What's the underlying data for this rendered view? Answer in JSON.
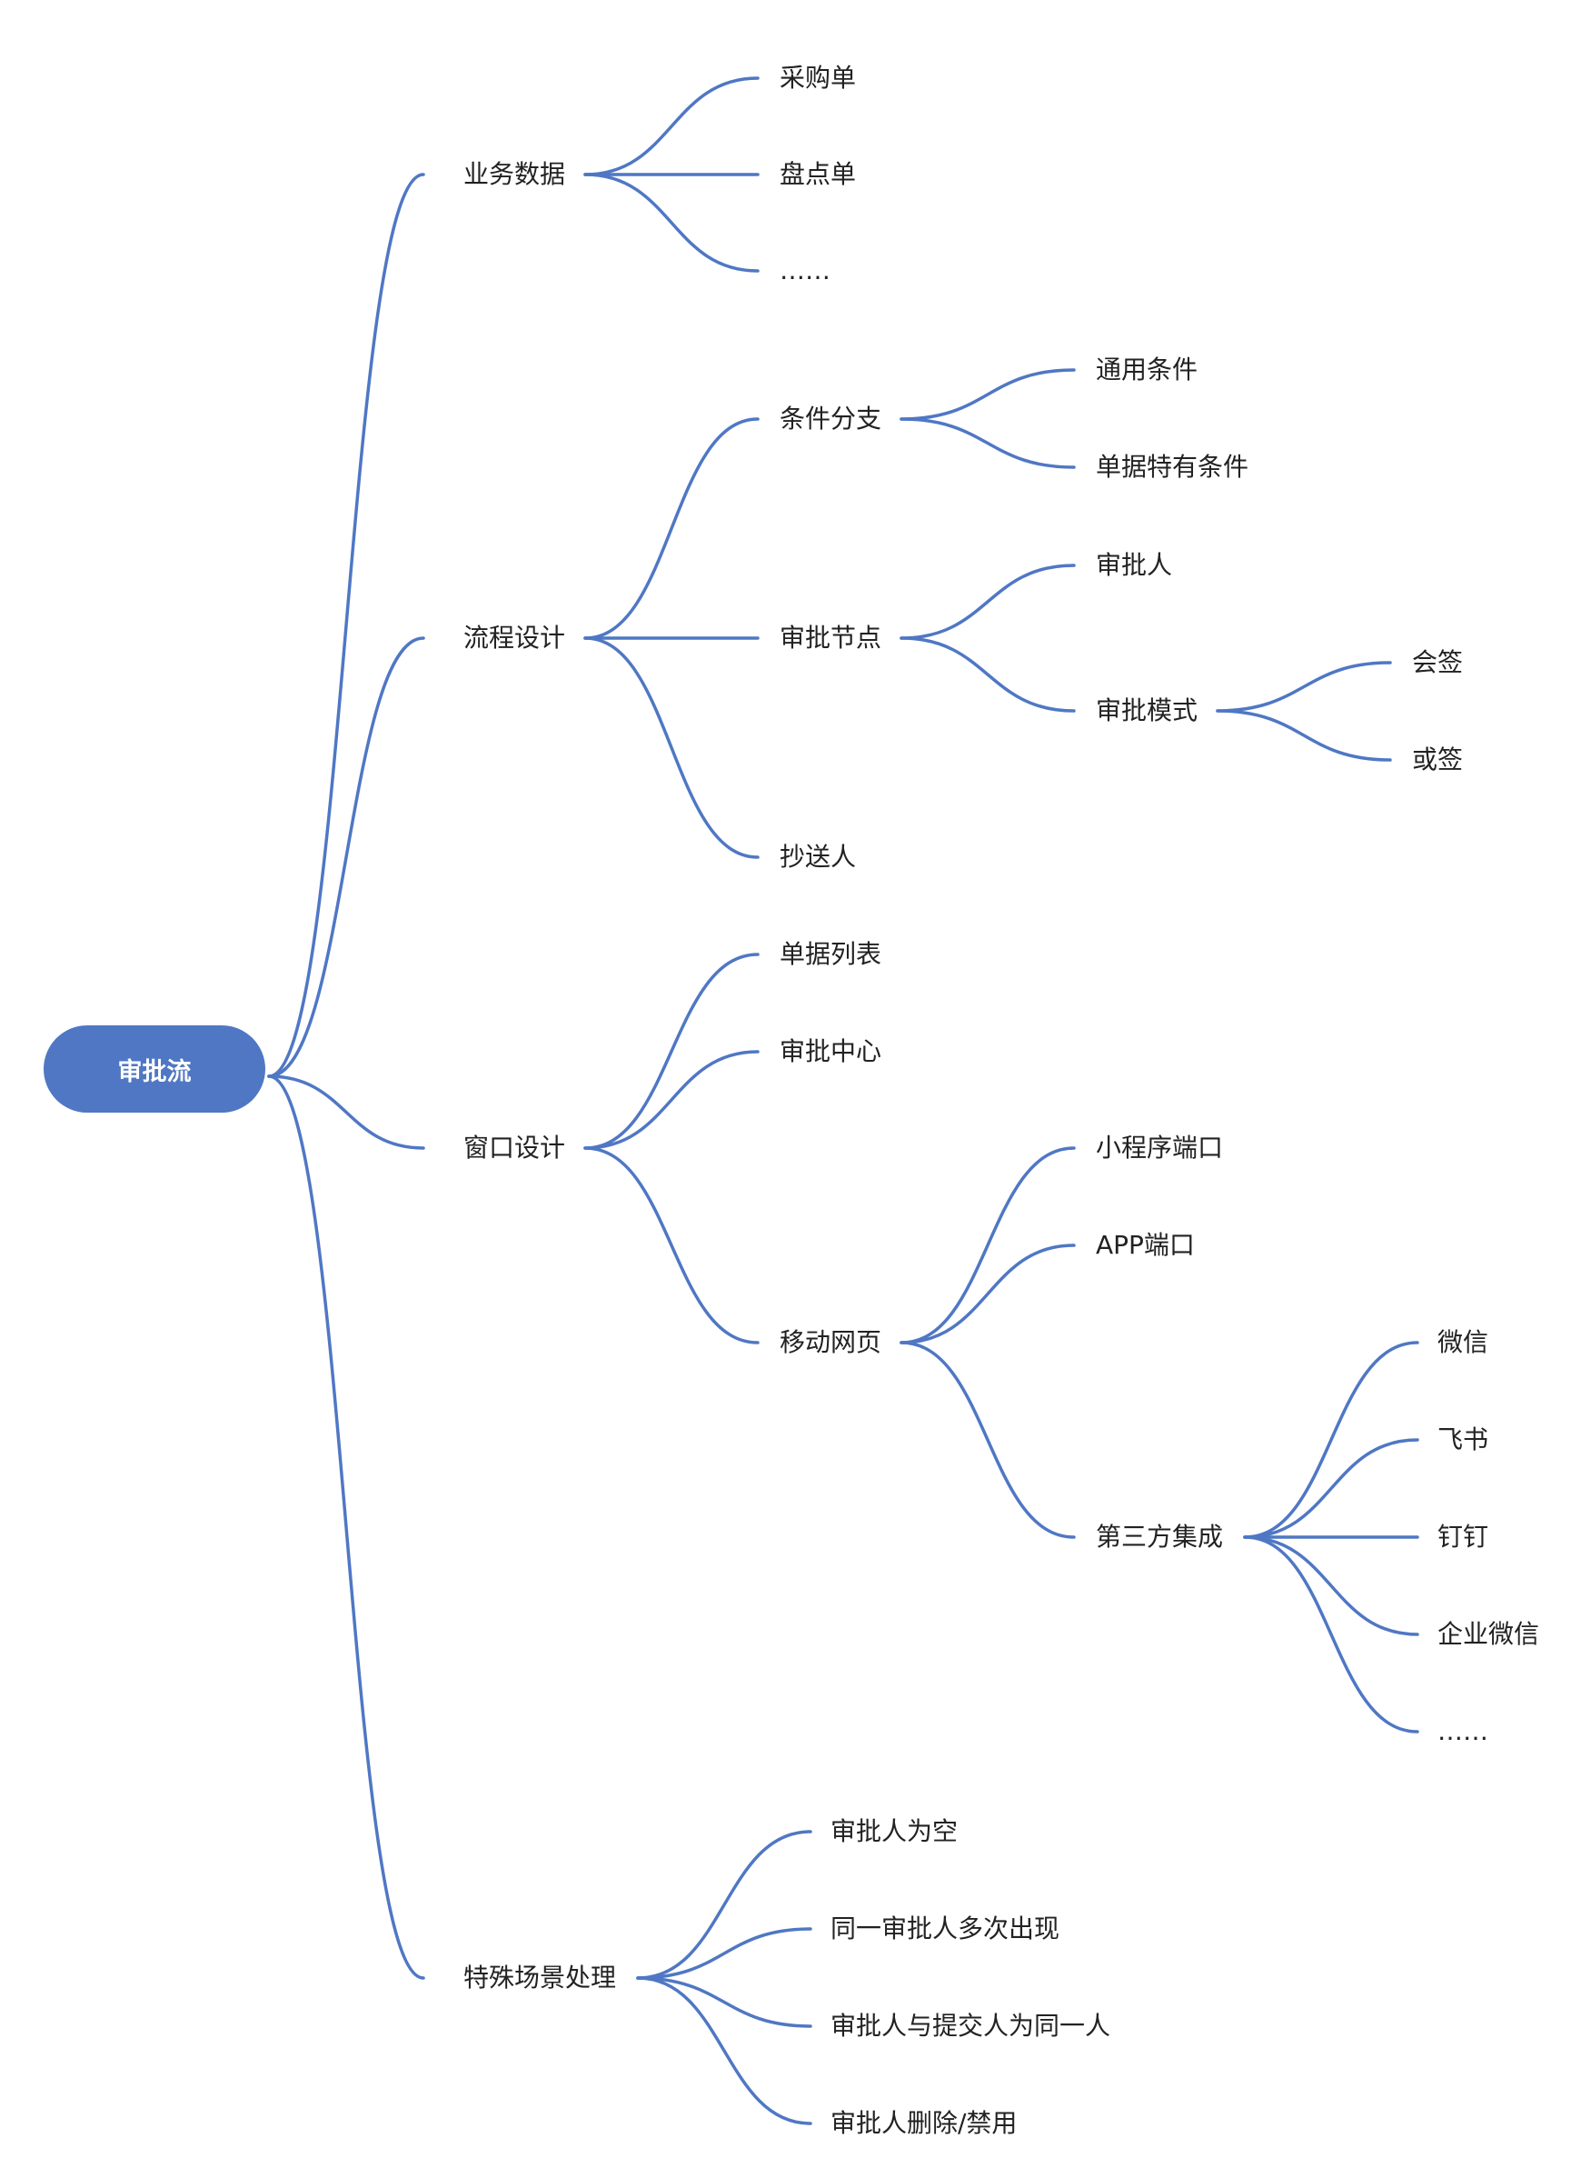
{
  "colors": {
    "edge": "#4f77c4",
    "root_fill": "#4f77c4",
    "root_text": "#ffffff",
    "text": "#222222"
  },
  "mindmap": {
    "root": "审批流",
    "l1_business_data": "业务数据",
    "purchase_order": "采购单",
    "inventory_check": "盘点单",
    "business_more": "……",
    "l1_process_design": "流程设计",
    "condition_branch": "条件分支",
    "common_condition": "通用条件",
    "doc_specific_condition": "单据特有条件",
    "approval_node": "审批节点",
    "approver": "审批人",
    "approval_mode": "审批模式",
    "countersign": "会签",
    "or_sign": "或签",
    "cc_person": "抄送人",
    "l1_window_design": "窗口设计",
    "doc_list": "单据列表",
    "approval_center": "审批中心",
    "mobile_web": "移动网页",
    "mini_program": "小程序端口",
    "app_port": "APP端口",
    "third_party": "第三方集成",
    "wechat": "微信",
    "feishu": "飞书",
    "dingtalk": "钉钉",
    "wecom": "企业微信",
    "third_more": "……",
    "l1_special_cases": "特殊场景处理",
    "approver_empty": "审批人为空",
    "same_approver_repeat": "同一审批人多次出现",
    "approver_is_submitter": "审批人与提交人为同一人",
    "approver_deleted": "审批人删除/禁用"
  }
}
